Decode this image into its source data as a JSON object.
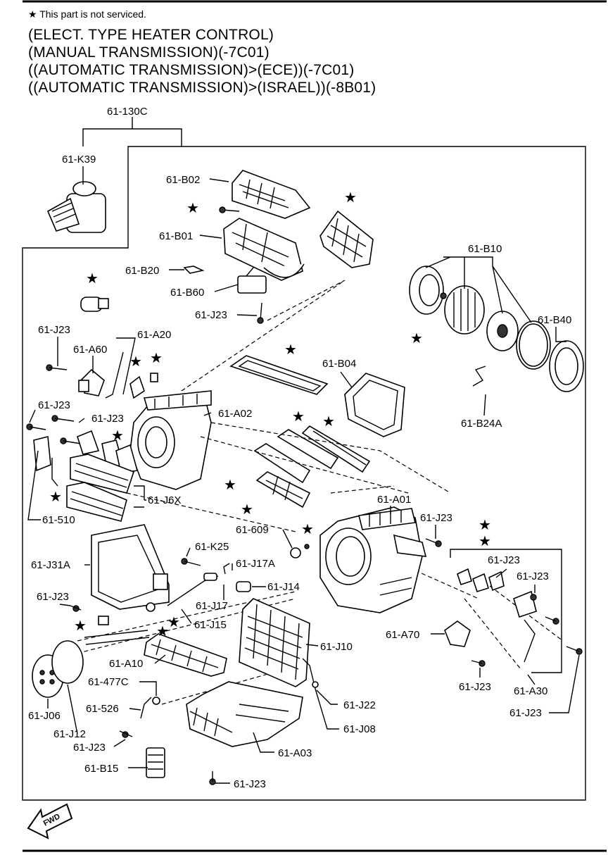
{
  "header": {
    "note": "This part is not serviced.",
    "lines": [
      "(ELECT. TYPE HEATER CONTROL)",
      "(MANUAL TRANSMISSION)(-7C01)",
      "((AUTOMATIC TRANSMISSION)>(ECE))(-7C01)",
      "((AUTOMATIC TRANSMISSION)>(ISRAEL))(-8B01)"
    ]
  },
  "labels": {
    "l130c": "61-130C",
    "lk39": "61-K39",
    "lb02": "61-B02",
    "lb01": "61-B01",
    "lb20": "61-B20",
    "lb60": "61-B60",
    "lj23a": "61-J23",
    "lb10": "61-B10",
    "lb40": "61-B40",
    "lj23b": "61-J23",
    "la20": "61-A20",
    "la60": "61-A60",
    "lb04": "61-B04",
    "lb24a": "61-B24A",
    "lj23c": "61-J23",
    "la02": "61-A02",
    "lj23d": "61-J23",
    "l510": "61-510",
    "lj6x": "61-J6X",
    "la01": "61-A01",
    "lj23e": "61-J23",
    "l609": "61-609",
    "lj31a": "61-J31A",
    "lk25": "61-K25",
    "lj17a": "61-J17A",
    "lj14": "61-J14",
    "lj23f": "61-J23",
    "lj23g": "61-J23",
    "lj23h": "61-J23",
    "lj17": "61-J17",
    "lj15": "61-J15",
    "la70": "61-A70",
    "lj10": "61-J10",
    "la10": "61-A10",
    "l477c": "61-477C",
    "lj23i": "61-J23",
    "la30": "61-A30",
    "lj22": "61-J22",
    "l526": "61-526",
    "lj06": "61-J06",
    "lj08": "61-J08",
    "lj23j": "61-J23",
    "lj12": "61-J12",
    "lj23k": "61-J23",
    "la03": "61-A03",
    "lb15": "61-B15",
    "lj23l": "61-J23"
  },
  "fwd": "FWD"
}
